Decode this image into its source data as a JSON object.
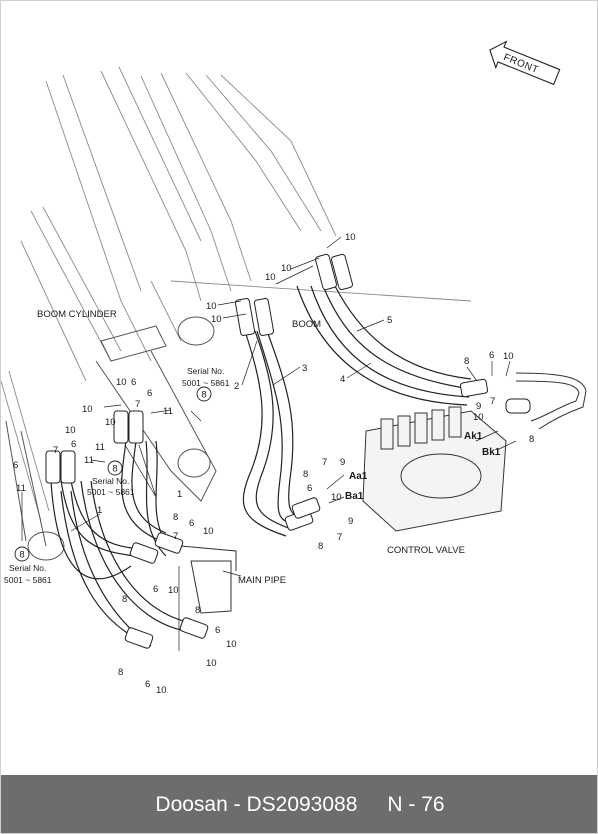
{
  "diagram": {
    "labels": {
      "front": "FRONT",
      "boom_cylinder": "BOOM CYLINDER",
      "boom": "BOOM",
      "control_valve": "CONTROL VALVE",
      "main_pipe": "MAIN PIPE",
      "port_aa1": "Aa1",
      "port_ba1": "Ba1",
      "port_ak1": "Ak1",
      "port_bk1": "Bk1",
      "serial_label": "Serial No.",
      "serial_range": "5001 ~ 5861",
      "serial_ref": "8"
    },
    "part_numbers": {
      "p1": "1",
      "p2": "2",
      "p3": "3",
      "p4": "4",
      "p5": "5",
      "p6": "6",
      "p7": "7",
      "p8": "8",
      "p9": "9",
      "p10": "10",
      "p11": "11"
    }
  },
  "footer": {
    "brand": "Doosan",
    "separator": " - ",
    "code": "DS2093088",
    "page": "N - 76"
  }
}
